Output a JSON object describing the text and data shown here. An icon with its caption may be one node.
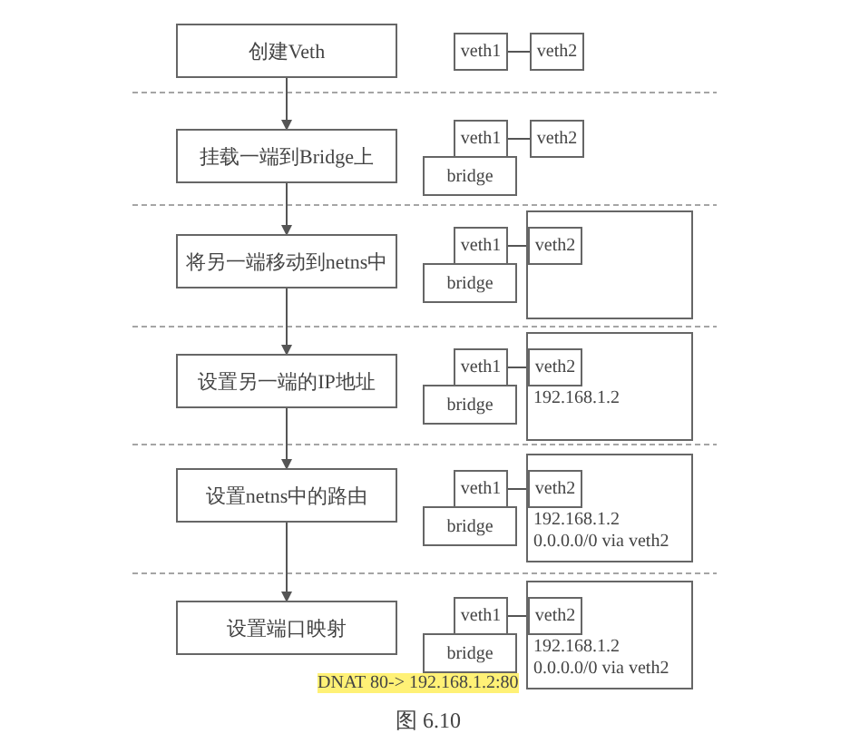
{
  "diagram": {
    "caption": "图 6.10",
    "nodes": [
      {
        "text": [
          "创建Veth"
        ]
      },
      {
        "text": [
          "veth1"
        ]
      },
      {
        "text": [
          "veth2"
        ]
      },
      {
        "text": [
          "挂载一端到Bridge上"
        ]
      },
      {
        "text": [
          "veth1"
        ]
      },
      {
        "text": [
          "veth2"
        ]
      },
      {
        "text": [
          "bridge"
        ]
      },
      {
        "text": [
          "将另一端移动到netns中"
        ]
      },
      {
        "text": [
          "veth1"
        ]
      },
      {
        "text": [],
        "shape": "box"
      },
      {
        "text": [
          "veth2"
        ],
        "in": 9
      },
      {
        "text": [
          "bridge"
        ]
      },
      {
        "text": [
          "设置另一端的IP地址"
        ]
      },
      {
        "text": [
          "veth1"
        ]
      },
      {
        "text": [
          "192.168.1.2"
        ]
      },
      {
        "text": [
          "veth2"
        ],
        "in": 14
      },
      {
        "text": [
          "bridge"
        ]
      },
      {
        "text": [
          "设置netns中的路由"
        ]
      },
      {
        "text": [
          "veth1"
        ]
      },
      {
        "text": [
          "192.168.1.2",
          "0.0.0.0/0 via veth2"
        ]
      },
      {
        "text": [
          "veth2"
        ],
        "in": 19
      },
      {
        "text": [
          "bridge"
        ]
      },
      {
        "text": [
          "设置端口映射"
        ]
      },
      {
        "text": [
          "veth1"
        ]
      },
      {
        "text": [
          "192.168.1.2",
          "0.0.0.0/0 via veth2"
        ]
      },
      {
        "text": [
          "veth2"
        ],
        "in": 24
      },
      {
        "text": [
          "bridge"
        ]
      }
    ],
    "edges": [
      {
        "from": 0,
        "to": 3,
        "arrow": "to"
      },
      {
        "from": 3,
        "to": 7,
        "arrow": "to"
      },
      {
        "from": 7,
        "to": 12,
        "arrow": "to"
      },
      {
        "from": 12,
        "to": 17,
        "arrow": "to"
      },
      {
        "from": 17,
        "to": 22,
        "arrow": "to"
      },
      {
        "from": 1,
        "to": 2,
        "arrow": "none"
      },
      {
        "from": 4,
        "to": 5,
        "arrow": "none"
      },
      {
        "from": 8,
        "to": 10,
        "arrow": "none"
      },
      {
        "from": 13,
        "to": 15,
        "arrow": "none"
      },
      {
        "from": 18,
        "to": 20,
        "arrow": "none"
      },
      {
        "from": 23,
        "to": 25,
        "arrow": "none"
      }
    ],
    "labels": [
      "DNAT 80-> 192.168.1.2:80"
    ]
  }
}
